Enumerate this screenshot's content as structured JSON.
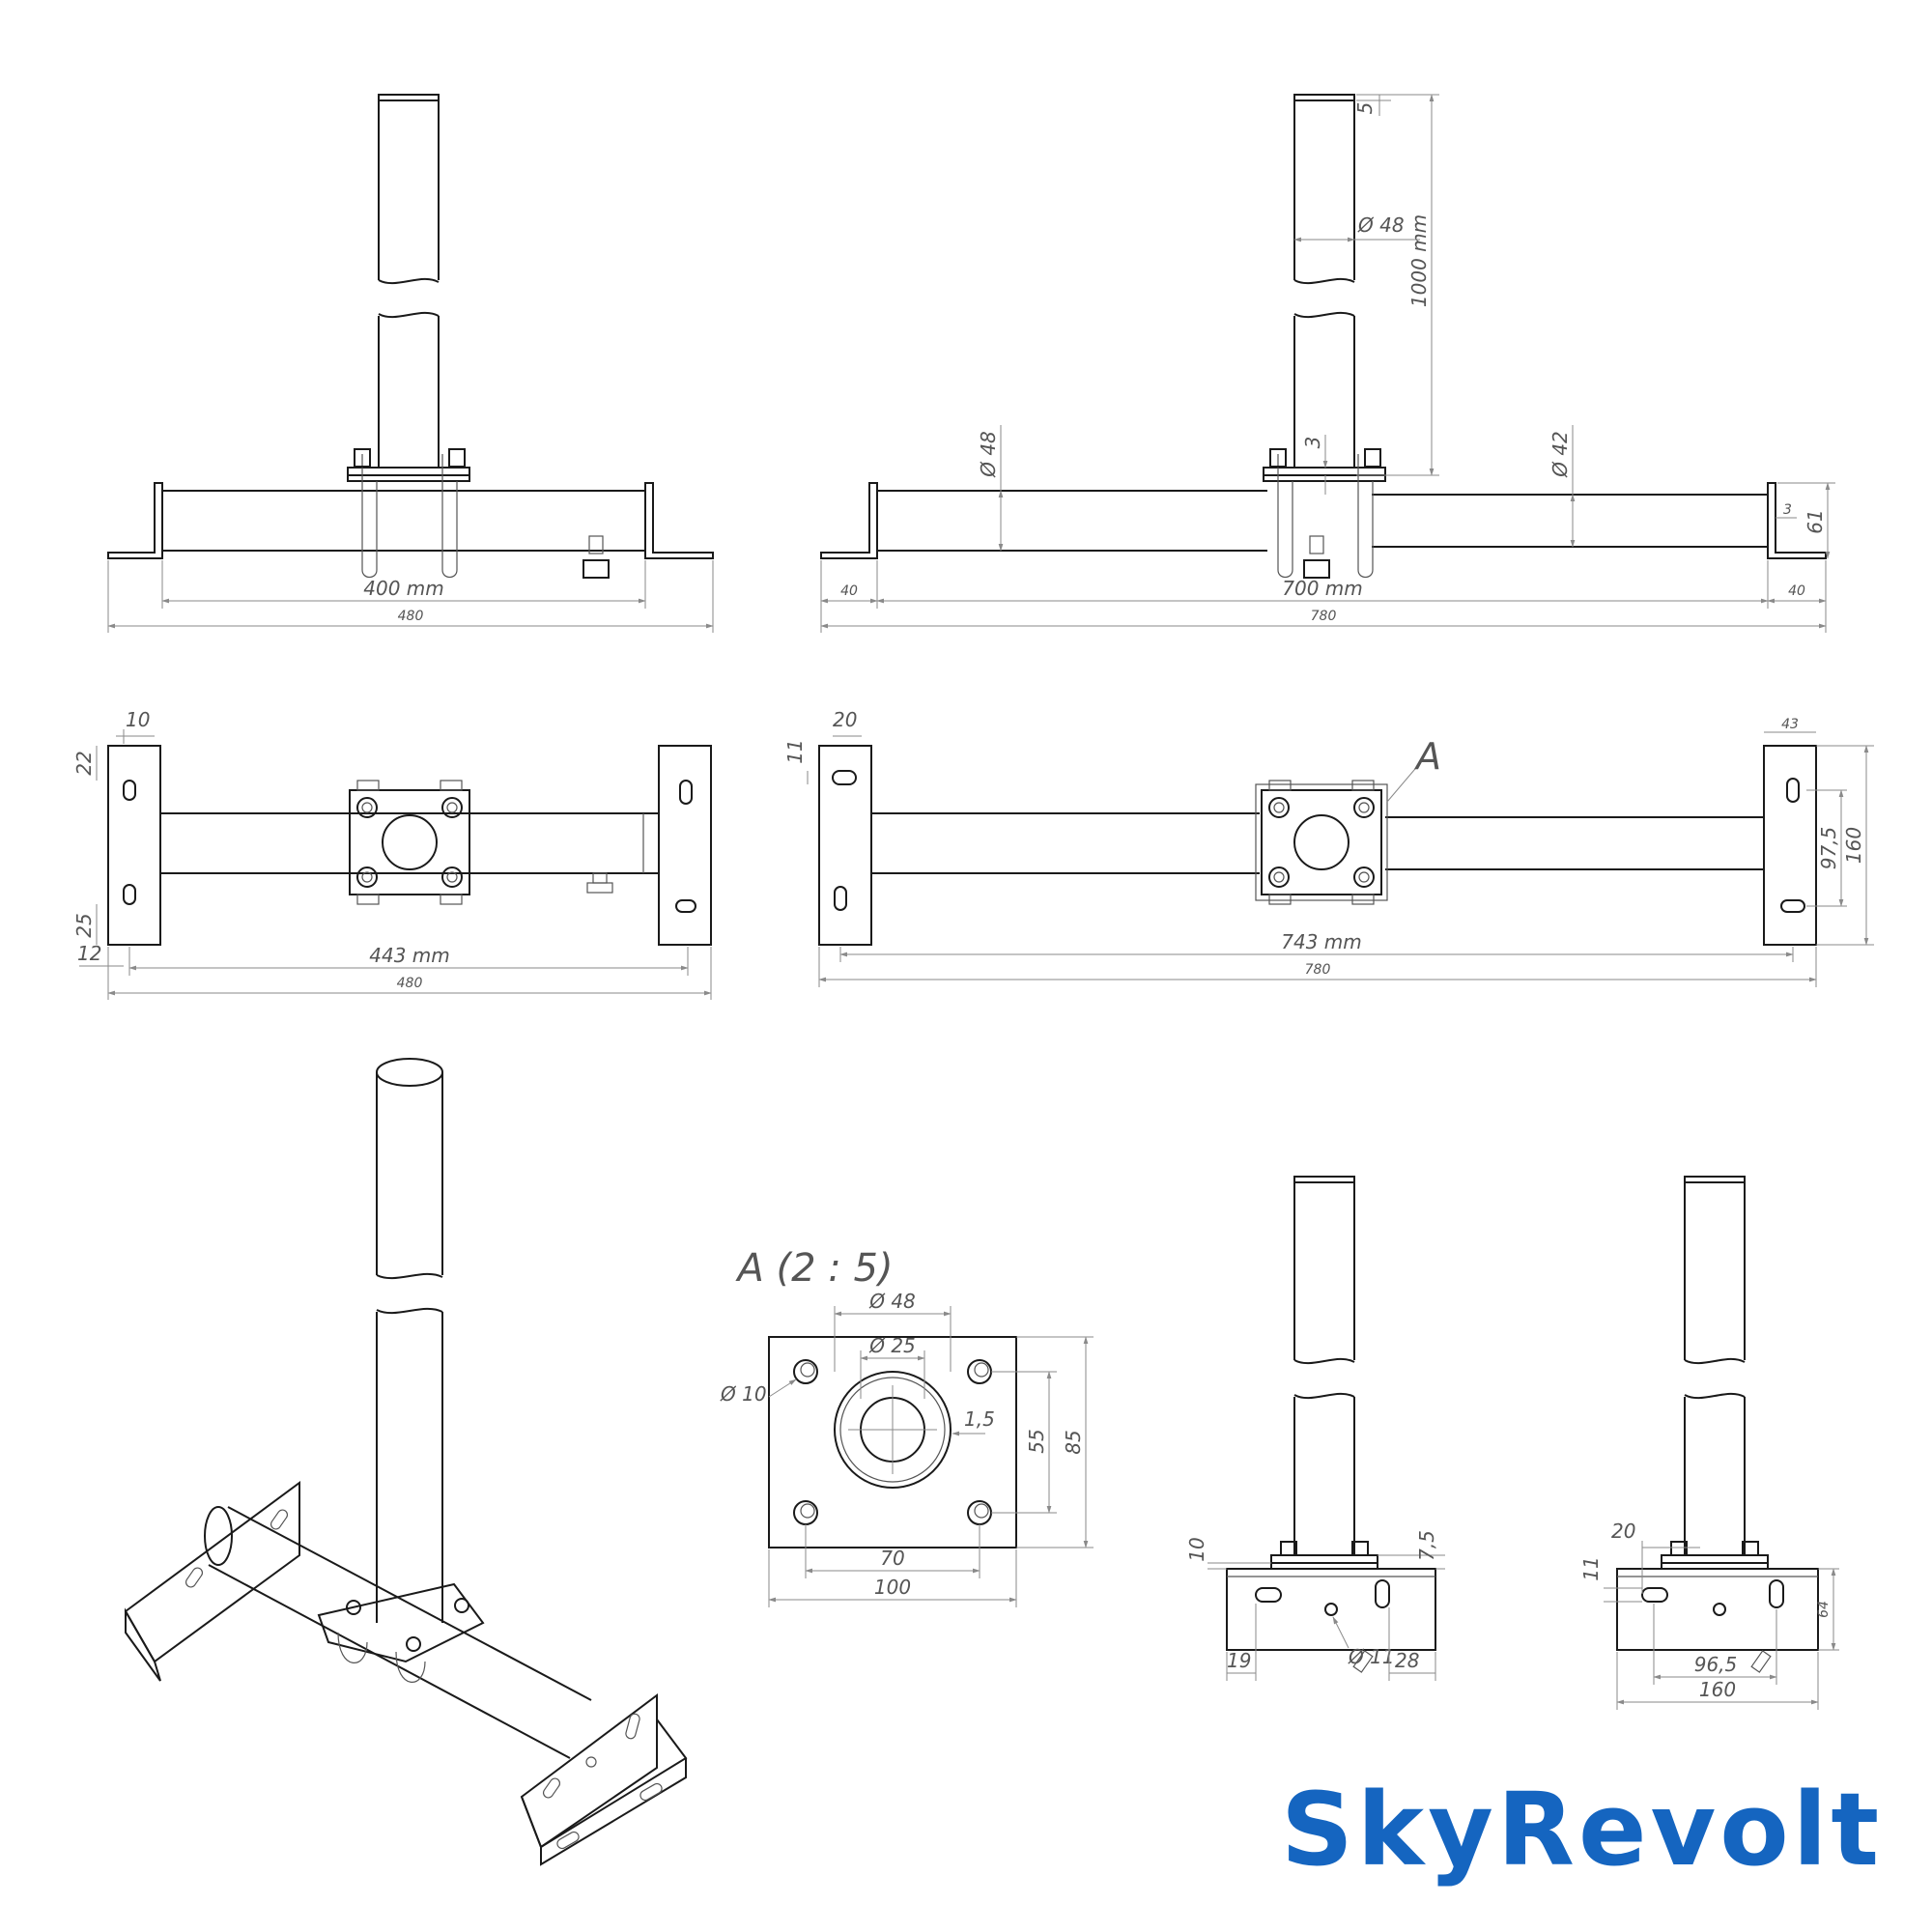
{
  "brand": {
    "name": "SkyRevolt",
    "color": "#1565c0"
  },
  "front_view_400": {
    "span": "400 mm",
    "total": "480"
  },
  "front_view_700": {
    "pipe_length": "1000 mm",
    "top_offset": "5",
    "pipe_dia": "Ø 48",
    "clamp_offset": "3",
    "left_pipe_dia": "Ø 48",
    "right_pipe_dia": "Ø 42",
    "bracket_gap": "3",
    "bracket_height": "61",
    "left_margin": "40",
    "span": "700 mm",
    "right_margin": "40",
    "total": "780"
  },
  "top_view_400": {
    "slot_x": "10",
    "slot_top": "22",
    "slot_bottom": "25",
    "slot_edge": "12",
    "span": "443 mm",
    "total": "480"
  },
  "top_view_700": {
    "slot_x": "20",
    "slot_top": "11",
    "detail_label": "A",
    "plate_width": "43",
    "slot_spacing": "97,5",
    "plate_height": "160",
    "span": "743 mm",
    "total": "780"
  },
  "detail_a": {
    "title": "A (2 : 5)",
    "outer_dia": "Ø 48",
    "inner_dia": "Ø 25",
    "hole_dia": "Ø 10",
    "wall": "1,5",
    "hole_pitch_v": "55",
    "plate_h": "85",
    "hole_pitch_h": "70",
    "plate_w": "100"
  },
  "side_view_left": {
    "plate_thickness": "10",
    "nut_height": "7,5",
    "hole_dia": "Ø 11",
    "left_offset": "19",
    "right_offset": "28"
  },
  "side_view_right": {
    "slot_offset": "20",
    "slot_height": "11",
    "height": "64",
    "slot_spacing": "96,5",
    "width": "160"
  }
}
